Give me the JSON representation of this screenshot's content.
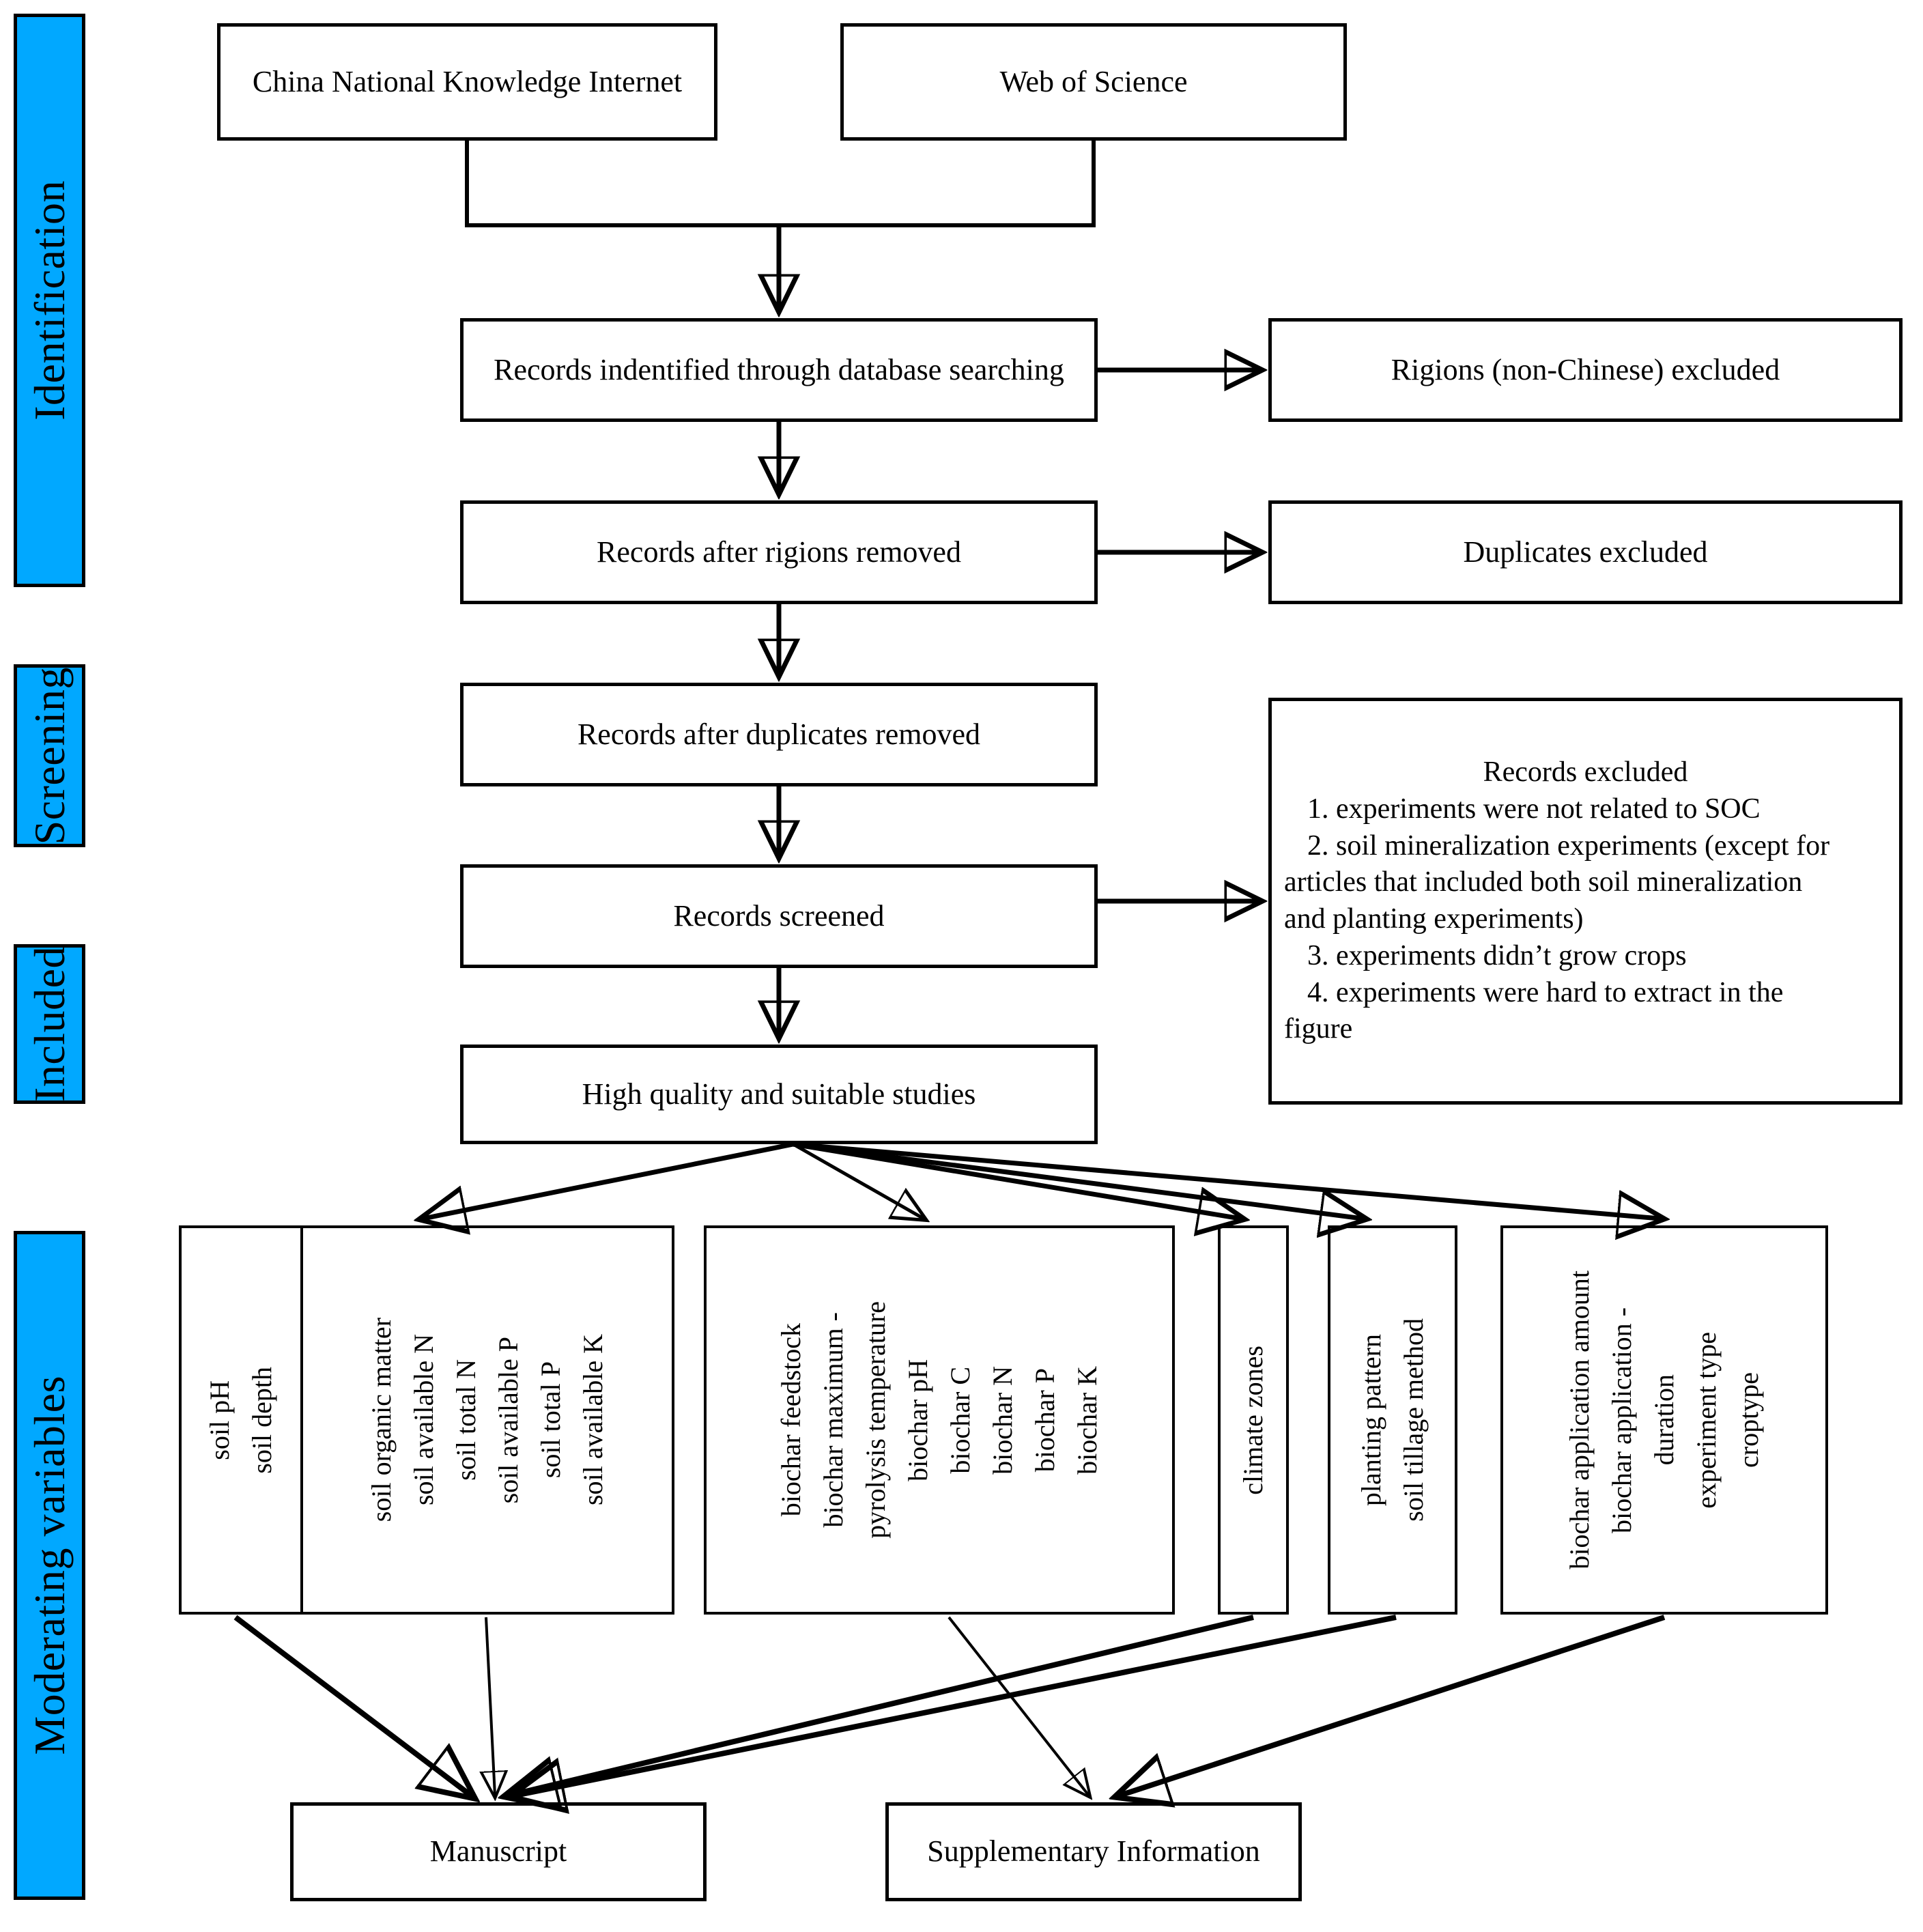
{
  "figure": {
    "type": "prisma-flow-diagram",
    "accent_color": "#01A8FF",
    "line_color": "#000000",
    "background": "#FFFFFF"
  },
  "phases": [
    {
      "label": "Identification"
    },
    {
      "label": "Screening"
    },
    {
      "label": "Included"
    },
    {
      "label": "Moderating variables"
    }
  ],
  "sources": [
    {
      "label": "China National Knowledge Internet"
    },
    {
      "label": "Web of Science"
    }
  ],
  "flow": [
    {
      "label": "Records indentified through database searching"
    },
    {
      "label": "Records after rigions removed"
    },
    {
      "label": "Records after duplicates removed"
    },
    {
      "label": "Records screened"
    },
    {
      "label": "High quality and suitable studies"
    }
  ],
  "exclusions": [
    {
      "label": "Rigions (non-Chinese) excluded"
    },
    {
      "label": "Duplicates excluded"
    }
  ],
  "records_excluded": {
    "heading": "Records excluded",
    "items": [
      "1. experiments were not related to SOC",
      "2. soil mineralization experiments (except for",
      "articles that included both soil mineralization",
      "and planting experiments)",
      "3. experiments didn’t grow crops",
      "4. experiments were hard to extract in the",
      "figure"
    ]
  },
  "moderating_groups": [
    {
      "name": "soil-basic",
      "variables": [
        "soil pH",
        "soil depth"
      ]
    },
    {
      "name": "soil-nutrients",
      "variables": [
        "soil organic matter",
        "soil available N",
        "soil total N",
        "soil available P",
        "soil total P",
        "soil available K"
      ]
    },
    {
      "name": "biochar-properties",
      "variables": [
        "biochar feedstock",
        "biochar maximum -",
        "pyrolysis temperature",
        "biochar pH",
        "biochar C",
        "biochar N",
        "biochar P",
        "biochar K"
      ]
    },
    {
      "name": "climate",
      "variables": [
        "climate zones"
      ]
    },
    {
      "name": "management",
      "variables": [
        "planting pattern",
        "soil tillage method"
      ]
    },
    {
      "name": "application-and-experiment",
      "variables": [
        "biochar application amount",
        "biochar application -",
        "duration",
        "experiment type",
        "croptype"
      ]
    }
  ],
  "outputs": [
    {
      "label": "Manuscript"
    },
    {
      "label": "Supplementary Information"
    }
  ]
}
